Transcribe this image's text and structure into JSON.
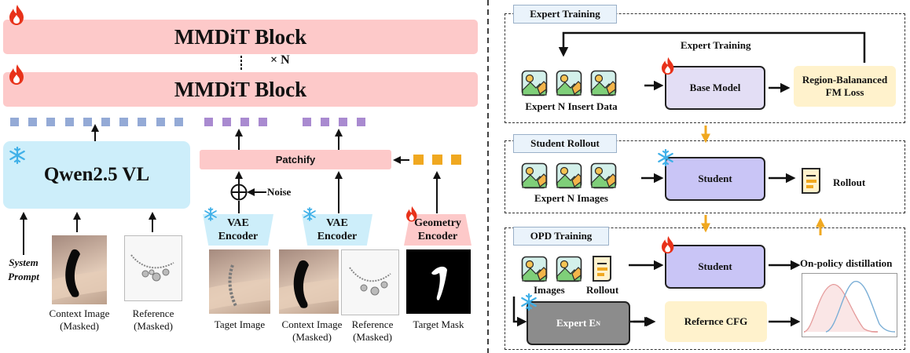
{
  "left": {
    "mmdit_top": "MMDiT Block",
    "mmdit_bottom": "MMDiT Block",
    "repeat_label": "× N",
    "qwen_label": "Qwen2.5 VL",
    "system_prompt": [
      "System",
      "Prompt"
    ],
    "context_caption": [
      "Context Image",
      "(Masked)"
    ],
    "reference_caption": [
      "Reference",
      "(Masked)"
    ],
    "patchify": "Patchify",
    "noise": "Noise",
    "vae_encoder_1": [
      "VAE",
      "Encoder"
    ],
    "vae_encoder_2": [
      "VAE",
      "Encoder"
    ],
    "geometry_encoder": [
      "Geometry",
      "Encoder"
    ],
    "target_image_caption": "Taget Image",
    "context2_caption": [
      "Context  Image",
      "(Masked)"
    ],
    "reference2_caption": [
      "Reference",
      "(Masked)"
    ],
    "target_mask_caption": "Target Mask"
  },
  "right": {
    "expert_training_title": "Expert Training",
    "loop_label": "Expert Training",
    "expert_insert_data": "Expert N Insert Data",
    "base_model": "Base Model",
    "fm_loss": [
      "Region-Balananced",
      "FM Loss"
    ],
    "student_rollout_title": "Student Rollout",
    "expert_images": "Expert N Images",
    "student_1": "Student",
    "rollout_1": "Rollout",
    "opd_training_title": "OPD Training",
    "images_label": "Images",
    "rollout_2": "Rollout",
    "student_2": "Student",
    "onpolicy": "On-policy distillation",
    "expert_en": "Expert E",
    "expert_en_sub": "N",
    "reference_cfg": "Refernce CFG"
  },
  "colors": {
    "token_blue": "#94aad6",
    "token_purple": "#a98ad0",
    "token_orange": "#f0a820",
    "pink": "#fdc9c9",
    "light_blue": "#cdeefa",
    "flame": "#e8321a",
    "snow": "#3fb0e8"
  }
}
